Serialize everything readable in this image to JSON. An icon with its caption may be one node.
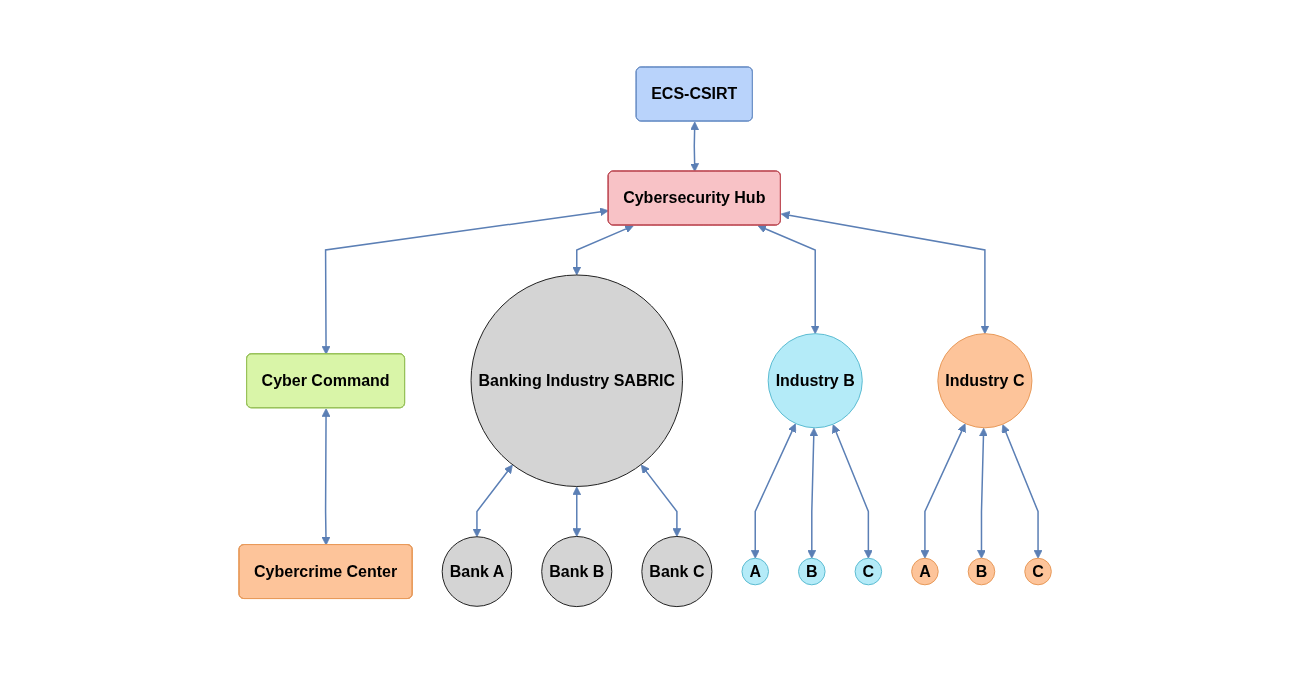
{
  "diagram": {
    "nodes": [
      {
        "text": [
          "ECS-CSIRT"
        ]
      },
      {
        "text": [
          "Cybersecurity Hub"
        ]
      },
      {
        "text": [
          "Cyber Command"
        ]
      },
      {
        "text": [
          "Cybercrime Center"
        ]
      },
      {
        "text": [
          "Banking Industry SABRIC"
        ]
      },
      {
        "text": [
          "Industry B"
        ]
      },
      {
        "text": [
          "Industry C"
        ]
      },
      {
        "text": [
          "Bank A"
        ]
      },
      {
        "text": [
          "Bank B"
        ]
      },
      {
        "text": [
          "Bank C"
        ]
      },
      {
        "text": [
          "A"
        ]
      },
      {
        "text": [
          "B"
        ]
      },
      {
        "text": [
          "C"
        ]
      },
      {
        "text": [
          "A"
        ]
      },
      {
        "text": [
          "B"
        ]
      },
      {
        "text": [
          "C"
        ]
      }
    ],
    "edges": [
      {
        "from": 0,
        "to": 1,
        "arrow": "both"
      },
      {
        "from": 1,
        "to": 2,
        "arrow": "both"
      },
      {
        "from": 2,
        "to": 3,
        "arrow": "both"
      },
      {
        "from": 1,
        "to": 4,
        "arrow": "both"
      },
      {
        "from": 1,
        "to": 5,
        "arrow": "both"
      },
      {
        "from": 1,
        "to": 6,
        "arrow": "both"
      },
      {
        "from": 4,
        "to": 7,
        "arrow": "both"
      },
      {
        "from": 4,
        "to": 8,
        "arrow": "both"
      },
      {
        "from": 4,
        "to": 9,
        "arrow": "both"
      },
      {
        "from": 5,
        "to": 10,
        "arrow": "both"
      },
      {
        "from": 5,
        "to": 11,
        "arrow": "both"
      },
      {
        "from": 5,
        "to": 12,
        "arrow": "both"
      },
      {
        "from": 6,
        "to": 13,
        "arrow": "both"
      },
      {
        "from": 6,
        "to": 14,
        "arrow": "both"
      },
      {
        "from": 6,
        "to": 15,
        "arrow": "both"
      }
    ]
  }
}
